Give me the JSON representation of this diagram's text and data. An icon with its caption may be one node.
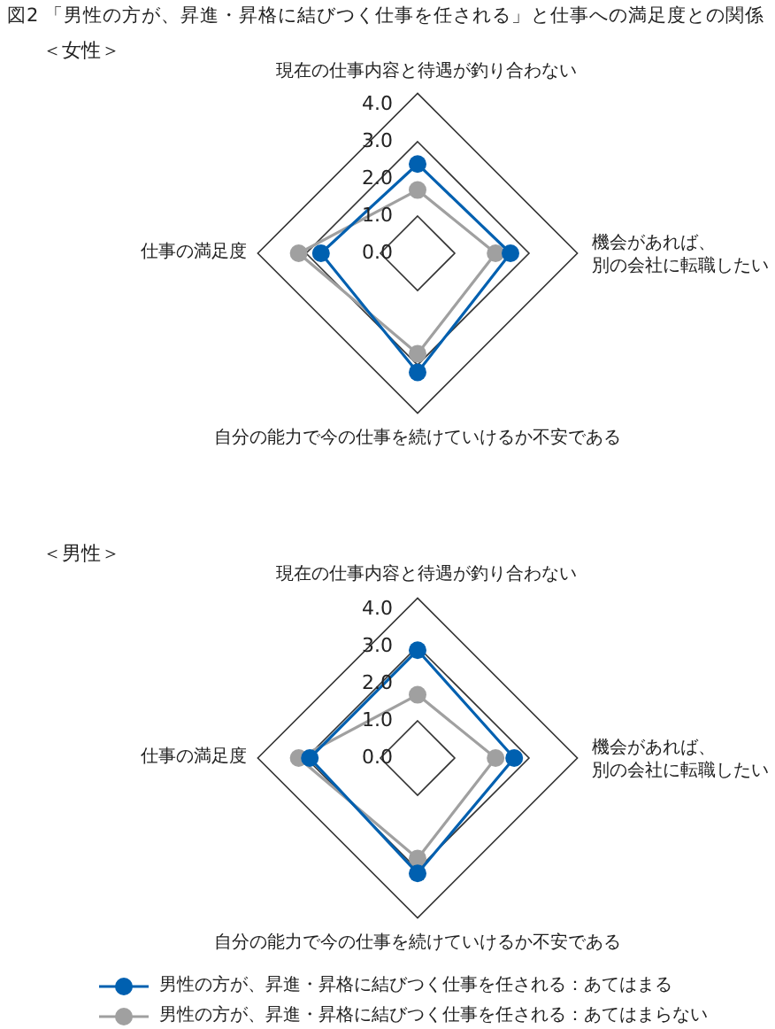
{
  "diagram": {
    "title": "図2 「男性の方が、昇進・昇格に結びつく仕事を任される」と仕事への満足度との関係",
    "labels": [
      "＜女性＞",
      "現在の仕事内容と待遇が釣り合わない",
      "4.0",
      "3.0",
      "2.0",
      "1.0",
      "仕事の満足度",
      "0.0",
      "機会があれば、別の会社に転職したい",
      "自分の能力で今の仕事を続けていけるか不安である",
      "＜男性＞",
      "現在の仕事内容と待遇が釣り合わない",
      "4.0",
      "3.0",
      "2.0",
      "1.0",
      "仕事の満足度",
      "0.0",
      "機会があれば、別の会社に転職したい",
      "自分の能力で今の仕事を続けていけるか不安である"
    ],
    "legend": [
      {
        "text": "男性の方が、昇進・昇格に結びつく仕事を任される：あてはまる"
      },
      {
        "text": "男性の方が、昇進・昇格に結びつく仕事を任される：あてはまらない"
      }
    ]
  }
}
